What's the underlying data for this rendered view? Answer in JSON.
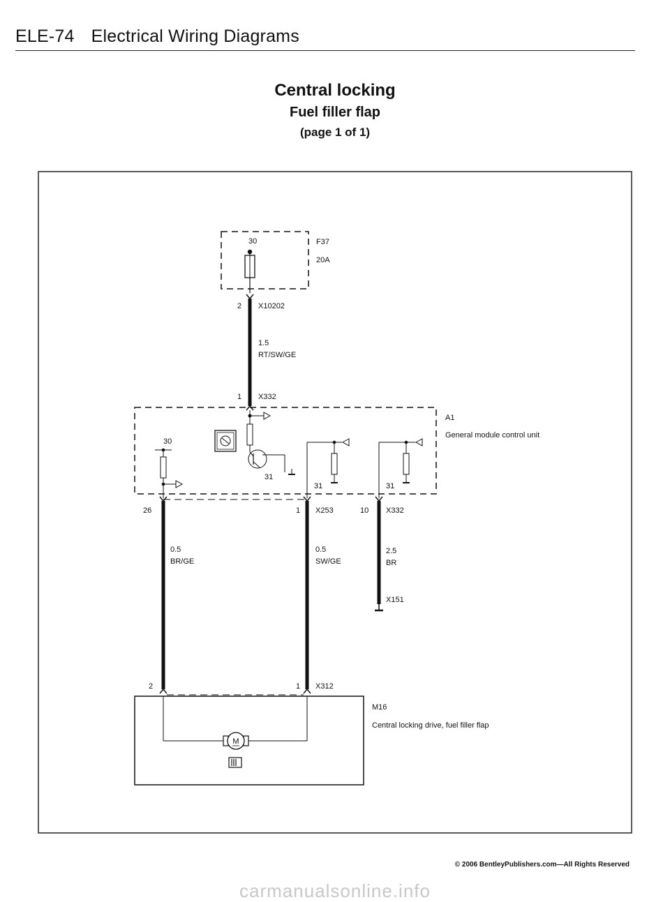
{
  "header": {
    "code": "ELE-74",
    "title": "Electrical Wiring Diagrams"
  },
  "titles": {
    "main": "Central locking",
    "sub": "Fuel filler flap",
    "page": "(page 1 of 1)"
  },
  "fuse": {
    "id": "F37",
    "rating": "20A",
    "terminal": "30"
  },
  "connectors": {
    "x10202": {
      "pin": "2",
      "name": "X10202"
    },
    "x332_top": {
      "pin": "1",
      "name": "X332"
    },
    "x253": {
      "pin": "1",
      "name": "X253"
    },
    "x332_mid": {
      "pin": "10",
      "name": "X332"
    },
    "pin26": "26",
    "x151": {
      "name": "X151"
    },
    "x312": {
      "pin_left": "2",
      "pin_right": "1",
      "name": "X312"
    }
  },
  "wires": {
    "w1": {
      "size": "1.5",
      "color": "RT/SW/GE"
    },
    "w2": {
      "size": "0.5",
      "color": "BR/GE"
    },
    "w3": {
      "size": "0.5",
      "color": "SW/GE"
    },
    "w4": {
      "size": "2.5",
      "color": "BR"
    }
  },
  "module": {
    "id": "A1",
    "name": "General module control  unit",
    "terminal_30": "30",
    "ground_31_a": "31",
    "ground_31_b": "31",
    "ground_31_c": "31"
  },
  "motor": {
    "id": "M16",
    "name": "Central locking drive, fuel filler flap",
    "symbol": "M"
  },
  "footer": "© 2006 BentleyPublishers.com—All Rights Reserved",
  "watermark": "carmanualsonline.info"
}
